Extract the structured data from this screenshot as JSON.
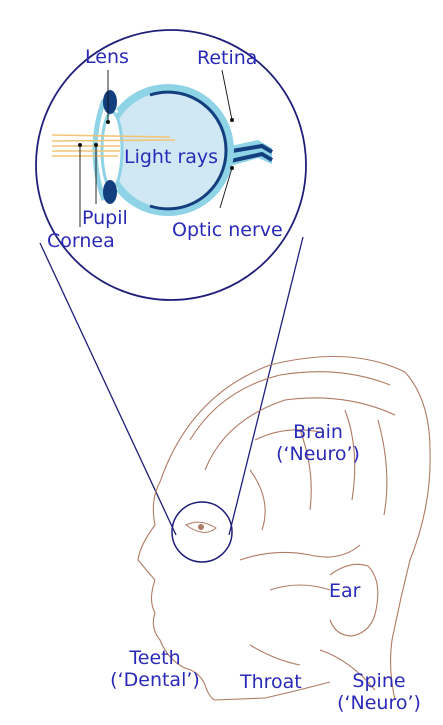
{
  "eye_inset": {
    "lens": "Lens",
    "retina": "Retina",
    "light_rays": "Light rays",
    "pupil": "Pupil",
    "cornea": "Cornea",
    "optic_nerve": "Optic nerve"
  },
  "head": {
    "brain": "Brain",
    "brain_note": "(‘Neuro’)",
    "ear": "Ear",
    "teeth": "Teeth",
    "teeth_note": "(‘Dental’)",
    "throat": "Throat",
    "spine": "Spine",
    "spine_note": "(‘Neuro’)"
  },
  "colors": {
    "label_text": "#2a2ab8",
    "circle_stroke": "#1f1f7a",
    "eye_wall": "#8fd3e6",
    "eye_interior": "#cfe8f3",
    "dark_blue": "#133f7e",
    "light_ray": "#f2c476",
    "head_line": "#b07a63"
  }
}
